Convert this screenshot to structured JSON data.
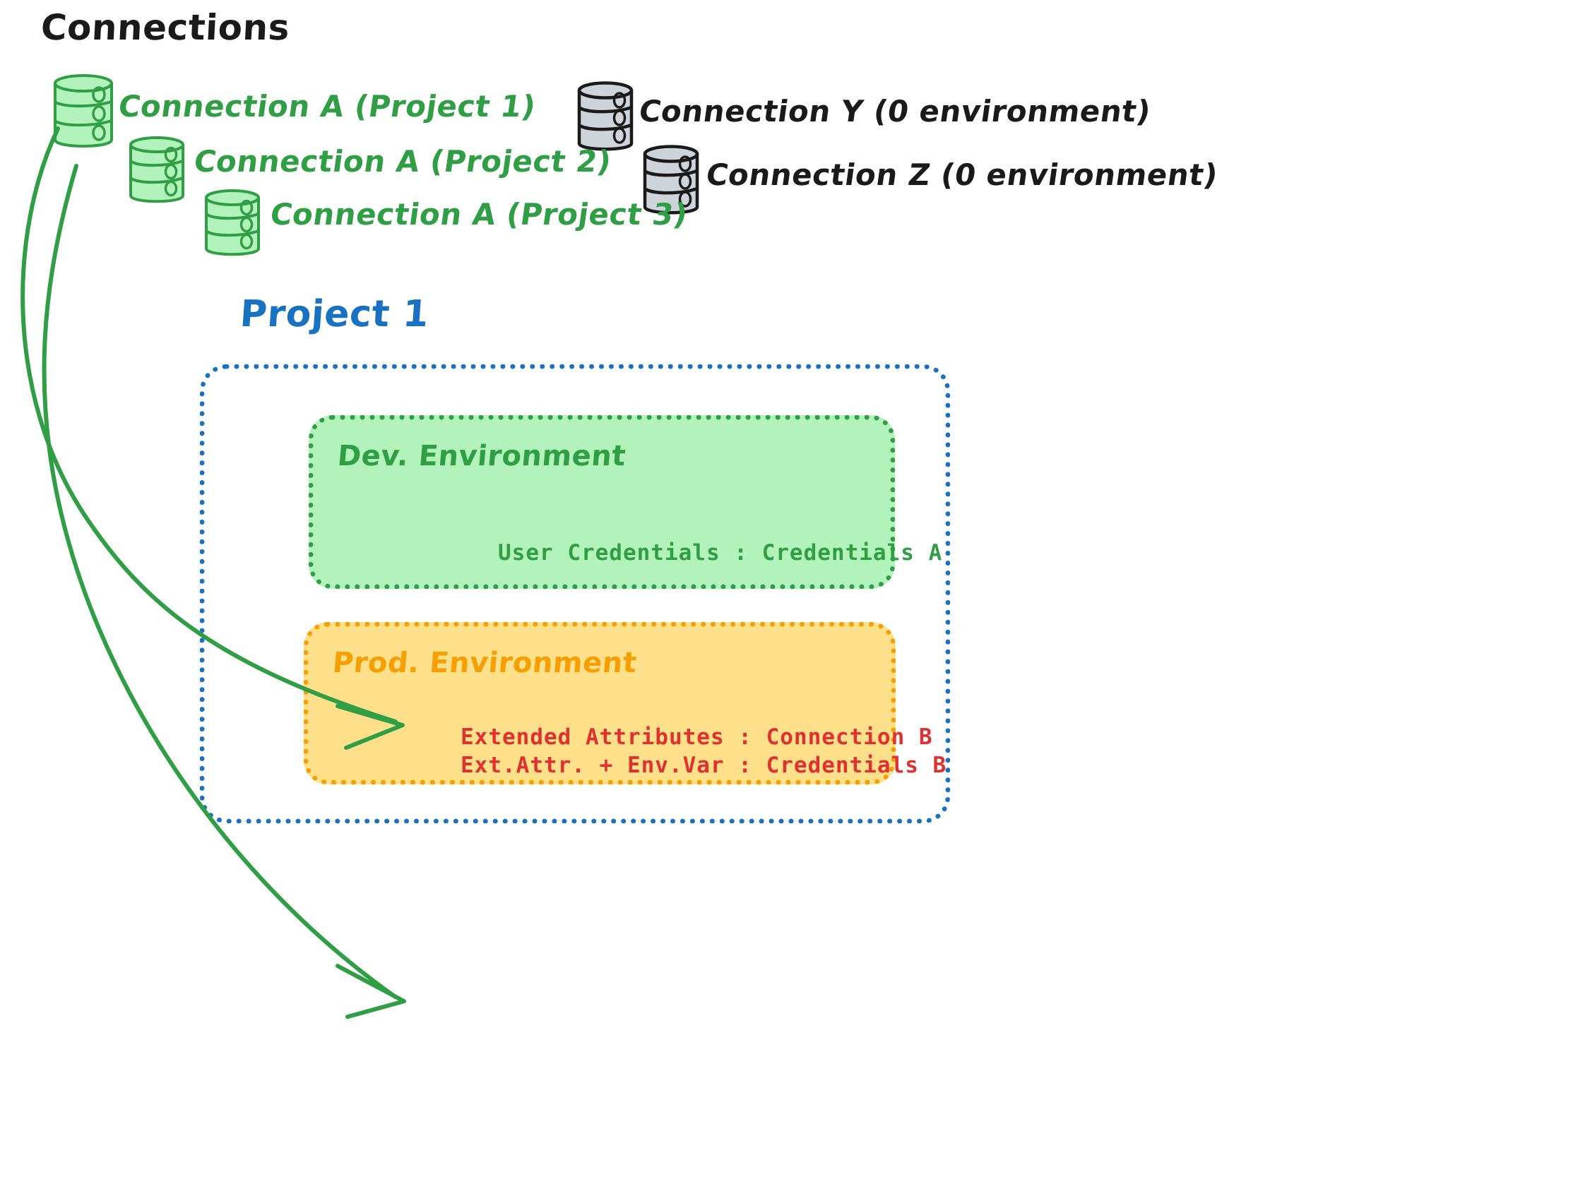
{
  "header": {
    "title": "Connections"
  },
  "connections": [
    {
      "label": "Connection A (Project 1)",
      "color": "#2f9e44",
      "kind": "green",
      "icon": "database-icon"
    },
    {
      "label": "Connection A (Project 2)",
      "color": "#2f9e44",
      "kind": "green",
      "icon": "database-icon"
    },
    {
      "label": "Connection A (Project 3)",
      "color": "#2f9e44",
      "kind": "green",
      "icon": "database-icon"
    },
    {
      "label": "Connection Y (0 environment)",
      "color": "#1a1a1a",
      "kind": "grey",
      "icon": "database-icon"
    },
    {
      "label": "Connection Z (0 environment)",
      "color": "#1a1a1a",
      "kind": "grey",
      "icon": "database-icon"
    }
  ],
  "project": {
    "title": "Project 1",
    "border_color": "#1971c2",
    "environments": [
      {
        "title": "Dev. Environment",
        "fill": "#b2f2bb",
        "border_color": "#2f9e44",
        "text_color": "#2f9e44",
        "lines": [
          "User Credentials : Credentials A"
        ]
      },
      {
        "title": "Prod. Environment",
        "fill": "#ffe08a",
        "border_color": "#f59f00",
        "text_color": "#e03131",
        "lines": [
          "Extended Attributes : Connection B",
          "Ext.Attr. + Env.Var : Credentials B"
        ]
      }
    ]
  },
  "arrows": {
    "color": "#2f9e44",
    "count": 2,
    "from": "Connection A (Project 1)",
    "to": [
      "Dev. Environment",
      "Prod. Environment"
    ]
  }
}
